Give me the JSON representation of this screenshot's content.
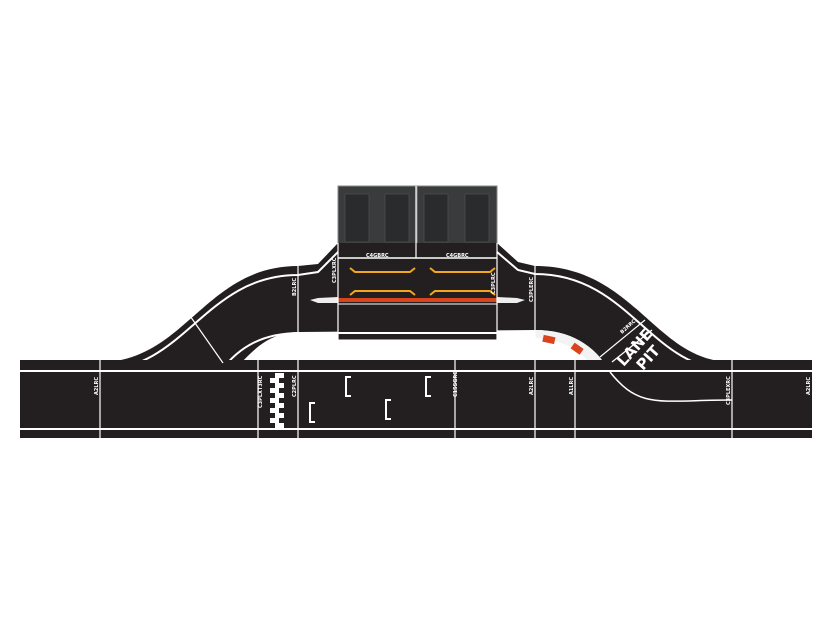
{
  "colors": {
    "track": "#231f20",
    "line": "#ffffff",
    "kerb_red": "#d9441c",
    "pit_marking": "#f2a81d",
    "garage": "#3a3b3d"
  },
  "pieces": {
    "a2lrc_left": "A2LRC",
    "c3plxt3rc": "C3PLXT3RC",
    "c2plrc": "C2PLRC",
    "b2lrc": "B2LRC",
    "c3plxrc": "C3PLXRC",
    "c4gbrc_left": "C4GBRC",
    "c4gbrc_right": "C4GBRC",
    "c3plrc": "C3PLRC",
    "c3plerc": "C3PLERC",
    "c15sgrc": "C15SGRC",
    "a2lrc_mid": "A2LRC",
    "a1lrc": "A1LRC",
    "b2rrc": "B2RRC",
    "c3plexrc": "C3PLEXRC",
    "a2lrc_right": "A2LRC"
  },
  "pit_sign": {
    "line1": "LANE",
    "line2": "PIT"
  }
}
